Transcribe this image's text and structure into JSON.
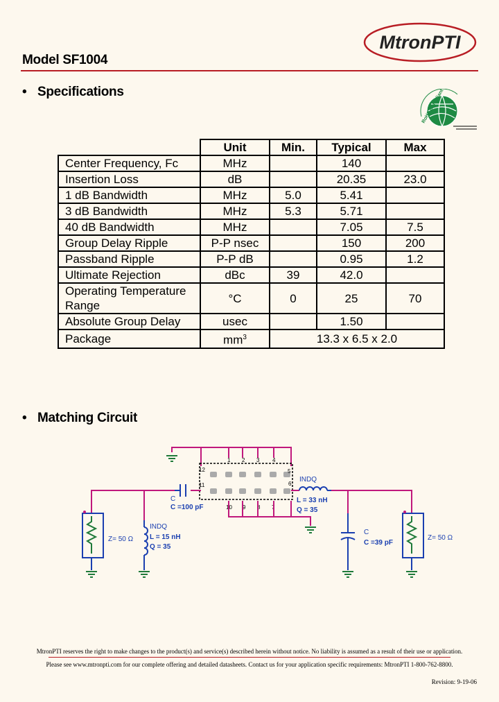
{
  "header": {
    "model": "Model SF1004",
    "logo_text": "MtronPTI"
  },
  "sections": {
    "specifications": "Specifications",
    "matching_circuit": "Matching Circuit",
    "bullet": "•"
  },
  "rohs_badge": {
    "text": "RoHS Compliant"
  },
  "spec_table": {
    "headers": [
      "Unit",
      "Min.",
      "Typical",
      "Max"
    ],
    "rows": [
      {
        "param": "Center Frequency, Fc",
        "unit": "MHz",
        "min": "",
        "typ": "140",
        "max": ""
      },
      {
        "param": "Insertion Loss",
        "unit": "dB",
        "min": "",
        "typ": "20.35",
        "max": "23.0"
      },
      {
        "param": "1 dB Bandwidth",
        "unit": "MHz",
        "min": "5.0",
        "typ": "5.41",
        "max": ""
      },
      {
        "param": "3 dB Bandwidth",
        "unit": "MHz",
        "min": "5.3",
        "typ": "5.71",
        "max": ""
      },
      {
        "param": "40 dB Bandwidth",
        "unit": "MHz",
        "min": "",
        "typ": "7.05",
        "max": "7.5"
      },
      {
        "param": "Group Delay Ripple",
        "unit": "P-P nsec",
        "min": "",
        "typ": "150",
        "max": "200"
      },
      {
        "param": "Passband Ripple",
        "unit": "P-P dB",
        "min": "",
        "typ": "0.95",
        "max": "1.2"
      },
      {
        "param": "Ultimate Rejection",
        "unit": "dBc",
        "min": "39",
        "typ": "42.0",
        "max": ""
      },
      {
        "param": "Operating Temperature Range",
        "unit": "°C",
        "min": "0",
        "typ": "25",
        "max": "70"
      },
      {
        "param": "Absolute Group Delay",
        "unit": "usec",
        "min": "",
        "typ": "1.50",
        "max": ""
      },
      {
        "param": "Package",
        "unit": "mm",
        "unit_sup": "3",
        "min": "",
        "typ": "13.3 x 6.5 x 2.0",
        "max": ""
      }
    ]
  },
  "circuit": {
    "pins_top": [
      "12",
      "1",
      "2",
      "3",
      "4",
      "5"
    ],
    "pins_bottom": [
      "11",
      "10",
      "9",
      "8",
      "7",
      "6"
    ],
    "cap_series_label": "C",
    "cap_series_value": "C =100 pF",
    "ind_shunt_label": "INDQ",
    "ind_shunt_L": "L  =  15 nH",
    "ind_shunt_Q": "Q =  35",
    "ind_series_label": "INDQ",
    "ind_series_L": "L  =  33 nH",
    "ind_series_Q": "Q =  35",
    "cap_shunt_label": "C",
    "cap_shunt_value": "C =39 pF",
    "source_impedance": "Z= 50 Ω",
    "load_impedance": "Z= 50 Ω"
  },
  "footer": {
    "line1": "MtronPTI reserves the right to make changes to the product(s) and service(s) described herein without notice. No liability is assumed as a result of their use or application.",
    "line2": "Please see www.mtronpti.com for our complete offering and detailed datasheets. Contact us for your application specific requirements: MtronPTI 1-800-762-8800.",
    "revision": "Revision: 9-19-06"
  },
  "colors": {
    "accent_red": "#b81d24",
    "wire_magenta": "#c0187c",
    "component_blue": "#1a3fb0",
    "ground_green": "#1f7a3a"
  }
}
